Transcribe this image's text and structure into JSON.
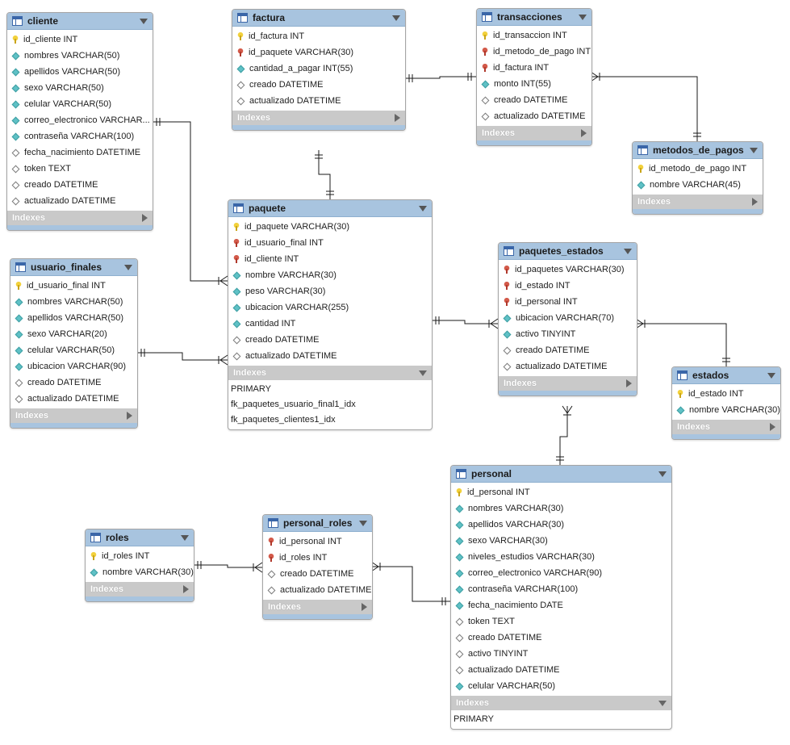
{
  "tables": {
    "cliente": {
      "name": "cliente",
      "columns": [
        {
          "icon": "primary-key-icon",
          "text": "id_cliente INT"
        },
        {
          "icon": "not-null-icon",
          "text": "nombres VARCHAR(50)"
        },
        {
          "icon": "not-null-icon",
          "text": "apellidos VARCHAR(50)"
        },
        {
          "icon": "not-null-icon",
          "text": "sexo VARCHAR(50)"
        },
        {
          "icon": "not-null-icon",
          "text": "celular VARCHAR(50)"
        },
        {
          "icon": "not-null-icon",
          "text": "correo_electronico VARCHAR..."
        },
        {
          "icon": "not-null-icon",
          "text": "contraseña VARCHAR(100)"
        },
        {
          "icon": "column-icon",
          "text": "fecha_nacimiento DATETIME"
        },
        {
          "icon": "column-icon",
          "text": "token TEXT"
        },
        {
          "icon": "column-icon",
          "text": "creado DATETIME"
        },
        {
          "icon": "column-icon",
          "text": "actualizado DATETIME"
        }
      ],
      "indexes_label": "Indexes",
      "indexes": []
    },
    "factura": {
      "name": "factura",
      "columns": [
        {
          "icon": "primary-key-icon",
          "text": "id_factura INT"
        },
        {
          "icon": "foreign-key-icon",
          "text": "id_paquete VARCHAR(30)"
        },
        {
          "icon": "not-null-icon",
          "text": "cantidad_a_pagar INT(55)"
        },
        {
          "icon": "column-icon",
          "text": "creado DATETIME"
        },
        {
          "icon": "column-icon",
          "text": "actualizado DATETIME"
        }
      ],
      "indexes_label": "Indexes",
      "indexes": []
    },
    "transacciones": {
      "name": "transacciones",
      "columns": [
        {
          "icon": "primary-key-icon",
          "text": "id_transaccion INT"
        },
        {
          "icon": "foreign-key-icon",
          "text": "id_metodo_de_pago INT"
        },
        {
          "icon": "foreign-key-icon",
          "text": "id_factura INT"
        },
        {
          "icon": "not-null-icon",
          "text": "monto INT(55)"
        },
        {
          "icon": "column-icon",
          "text": "creado DATETIME"
        },
        {
          "icon": "column-icon",
          "text": "actualizado DATETIME"
        }
      ],
      "indexes_label": "Indexes",
      "indexes": []
    },
    "metodos_de_pagos": {
      "name": "metodos_de_pagos",
      "columns": [
        {
          "icon": "primary-key-icon",
          "text": "id_metodo_de_pago INT"
        },
        {
          "icon": "not-null-icon",
          "text": "nombre VARCHAR(45)"
        }
      ],
      "indexes_label": "Indexes",
      "indexes": []
    },
    "paquete": {
      "name": "paquete",
      "columns": [
        {
          "icon": "primary-key-icon",
          "text": "id_paquete VARCHAR(30)"
        },
        {
          "icon": "foreign-key-icon",
          "text": "id_usuario_final INT"
        },
        {
          "icon": "foreign-key-icon",
          "text": "id_cliente INT"
        },
        {
          "icon": "not-null-icon",
          "text": "nombre VARCHAR(30)"
        },
        {
          "icon": "not-null-icon",
          "text": "peso VARCHAR(30)"
        },
        {
          "icon": "not-null-icon",
          "text": "ubicacion VARCHAR(255)"
        },
        {
          "icon": "not-null-icon",
          "text": "cantidad INT"
        },
        {
          "icon": "column-icon",
          "text": "creado DATETIME"
        },
        {
          "icon": "column-icon",
          "text": "actualizado DATETIME"
        }
      ],
      "indexes_label": "Indexes",
      "indexes": [
        "PRIMARY",
        "fk_paquetes_usuario_final1_idx",
        "fk_paquetes_clientes1_idx"
      ]
    },
    "usuario_finales": {
      "name": "usuario_finales",
      "columns": [
        {
          "icon": "primary-key-icon",
          "text": "id_usuario_final INT"
        },
        {
          "icon": "not-null-icon",
          "text": "nombres VARCHAR(50)"
        },
        {
          "icon": "not-null-icon",
          "text": "apellidos VARCHAR(50)"
        },
        {
          "icon": "not-null-icon",
          "text": "sexo VARCHAR(20)"
        },
        {
          "icon": "not-null-icon",
          "text": "celular VARCHAR(50)"
        },
        {
          "icon": "not-null-icon",
          "text": "ubicacion VARCHAR(90)"
        },
        {
          "icon": "column-icon",
          "text": "creado DATETIME"
        },
        {
          "icon": "column-icon",
          "text": "actualizado DATETIME"
        }
      ],
      "indexes_label": "Indexes",
      "indexes": []
    },
    "paquetes_estados": {
      "name": "paquetes_estados",
      "columns": [
        {
          "icon": "foreign-key-icon",
          "text": "id_paquetes VARCHAR(30)"
        },
        {
          "icon": "foreign-key-icon",
          "text": "id_estado INT"
        },
        {
          "icon": "foreign-key-icon",
          "text": "id_personal INT"
        },
        {
          "icon": "not-null-icon",
          "text": "ubicacion VARCHAR(70)"
        },
        {
          "icon": "not-null-icon",
          "text": "activo TINYINT"
        },
        {
          "icon": "column-icon",
          "text": "creado DATETIME"
        },
        {
          "icon": "column-icon",
          "text": "actualizado DATETIME"
        }
      ],
      "indexes_label": "Indexes",
      "indexes": []
    },
    "estados": {
      "name": "estados",
      "columns": [
        {
          "icon": "primary-key-icon",
          "text": "id_estado INT"
        },
        {
          "icon": "not-null-icon",
          "text": "nombre VARCHAR(30)"
        }
      ],
      "indexes_label": "Indexes",
      "indexes": []
    },
    "personal": {
      "name": "personal",
      "columns": [
        {
          "icon": "primary-key-icon",
          "text": "id_personal INT"
        },
        {
          "icon": "not-null-icon",
          "text": "nombres VARCHAR(30)"
        },
        {
          "icon": "not-null-icon",
          "text": "apellidos VARCHAR(30)"
        },
        {
          "icon": "not-null-icon",
          "text": "sexo VARCHAR(30)"
        },
        {
          "icon": "not-null-icon",
          "text": "niveles_estudios VARCHAR(30)"
        },
        {
          "icon": "not-null-icon",
          "text": "correo_electronico VARCHAR(90)"
        },
        {
          "icon": "not-null-icon",
          "text": "contraseña VARCHAR(100)"
        },
        {
          "icon": "not-null-icon",
          "text": "fecha_nacimiento DATE"
        },
        {
          "icon": "column-icon",
          "text": "token TEXT"
        },
        {
          "icon": "column-icon",
          "text": "creado DATETIME"
        },
        {
          "icon": "column-icon",
          "text": "activo TINYINT"
        },
        {
          "icon": "column-icon",
          "text": "actualizado DATETIME"
        },
        {
          "icon": "not-null-icon",
          "text": "celular VARCHAR(50)"
        }
      ],
      "indexes_label": "Indexes",
      "indexes": [
        "PRIMARY"
      ]
    },
    "roles": {
      "name": "roles",
      "columns": [
        {
          "icon": "primary-key-icon",
          "text": "id_roles INT"
        },
        {
          "icon": "not-null-icon",
          "text": "nombre VARCHAR(30)"
        }
      ],
      "indexes_label": "Indexes",
      "indexes": []
    },
    "personal_roles": {
      "name": "personal_roles",
      "columns": [
        {
          "icon": "foreign-key-icon",
          "text": "id_personal INT"
        },
        {
          "icon": "foreign-key-icon",
          "text": "id_roles INT"
        },
        {
          "icon": "column-icon",
          "text": "creado DATETIME"
        },
        {
          "icon": "column-icon",
          "text": "actualizado DATETIME"
        }
      ],
      "indexes_label": "Indexes",
      "indexes": []
    }
  },
  "relationships": [
    {
      "from": "cliente",
      "to": "paquete",
      "cardinality": "one-to-many"
    },
    {
      "from": "usuario_finales",
      "to": "paquete",
      "cardinality": "one-to-many"
    },
    {
      "from": "paquete",
      "to": "factura",
      "cardinality": "one-to-one"
    },
    {
      "from": "factura",
      "to": "transacciones",
      "cardinality": "one-to-one"
    },
    {
      "from": "metodos_de_pagos",
      "to": "transacciones",
      "cardinality": "one-to-many"
    },
    {
      "from": "paquete",
      "to": "paquetes_estados",
      "cardinality": "one-to-many"
    },
    {
      "from": "estados",
      "to": "paquetes_estados",
      "cardinality": "one-to-many"
    },
    {
      "from": "personal",
      "to": "paquetes_estados",
      "cardinality": "one-to-many"
    },
    {
      "from": "roles",
      "to": "personal_roles",
      "cardinality": "one-to-many"
    },
    {
      "from": "personal",
      "to": "personal_roles",
      "cardinality": "one-to-many"
    }
  ],
  "colors": {
    "header": "#a8c4df",
    "indexes_bar": "#c9c9c9",
    "connector": "#1a1a1a"
  }
}
